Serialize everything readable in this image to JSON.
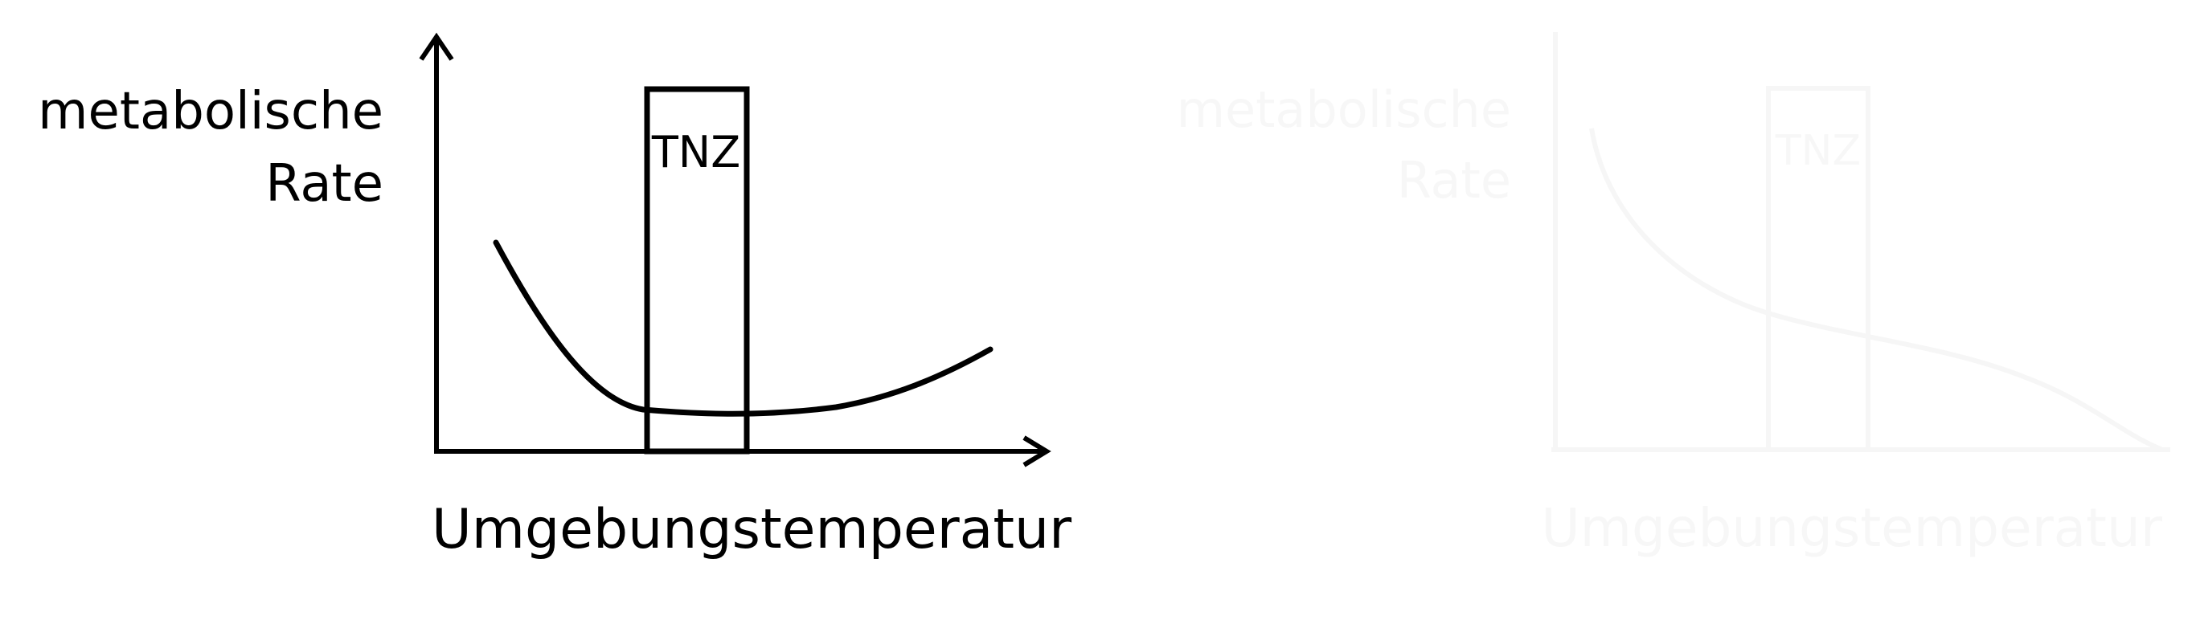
{
  "left_diagram": {
    "y_label_line1": "metabolische",
    "y_label_line2": "Rate",
    "x_label": "Umgebungstemperatur",
    "zone_label": "TNZ"
  },
  "right_diagram": {
    "y_label_line1": "metabolische",
    "y_label_line2": "Rate",
    "x_label": "Umgebungstemperatur",
    "zone_label": "TNZ"
  },
  "colors": {
    "ink": "#000000",
    "ghost": "#f7f7f7",
    "background": "#ffffff"
  }
}
